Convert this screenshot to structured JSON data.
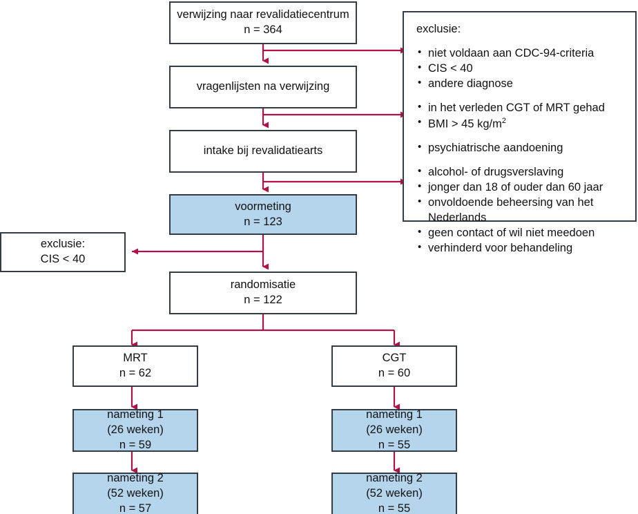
{
  "diagram": {
    "title": "CONSORT-achtig stroomdiagram verwijzing revalidatiecentrum",
    "accent_arrow_color": "#b2104a",
    "box_border_color": "#333c44",
    "highlight_fill_color": "#b5d5ec",
    "background_color": "#ffffff"
  },
  "nodes": {
    "referral": {
      "label": "verwijzing naar revalidatiecentrum",
      "count": "n = 364"
    },
    "questionnaires": {
      "label": "vragenlijsten na verwijzing",
      "count": ""
    },
    "intake": {
      "label": "intake bij revalidatiearts",
      "count": ""
    },
    "baseline": {
      "label": "voormeting",
      "count": "n = 123"
    },
    "exclusion_cis": {
      "label": "exclusie:",
      "count": "CIS < 40"
    },
    "randomisation": {
      "label": "randomisatie",
      "count": "n = 122"
    },
    "mrt": {
      "label": "MRT",
      "count": "n = 62"
    },
    "cgt": {
      "label": "CGT",
      "count": "n = 60"
    },
    "mrt_follow1": {
      "label": "nameting 1",
      "period": "(26 weken)",
      "count": "n = 59"
    },
    "cgt_follow1": {
      "label": "nameting 1",
      "period": "(26 weken)",
      "count": "n = 55"
    },
    "mrt_follow2": {
      "label": "nameting 2",
      "period": "(52 weken)",
      "count": "n = 57"
    },
    "cgt_follow2": {
      "label": "nameting 2",
      "period": "(52 weken)",
      "count": "n = 55"
    }
  },
  "exclusion_panel": {
    "heading": "exclusie:",
    "bullet_glyph": "•",
    "items": [
      {
        "text": "niet voldaan aan CDC-94-criteria",
        "gap_before": true
      },
      {
        "text": "CIS < 40",
        "gap_before": false
      },
      {
        "text": "andere diagnose",
        "gap_before": false
      },
      {
        "text": "in het verleden CGT of MRT gehad",
        "gap_before": true
      },
      {
        "text": "BMI > 45 kg/m",
        "superscript": "2",
        "gap_before": false
      },
      {
        "text": "psychiatrische aandoening",
        "gap_before": true
      },
      {
        "text": "alcohol- of drugsverslaving",
        "gap_before": true
      },
      {
        "text": "jonger dan 18 of ouder dan 60 jaar",
        "gap_before": false
      },
      {
        "text": "onvoldoende beheersing van het",
        "continuation": "Nederlands",
        "gap_before": false
      },
      {
        "text": "geen contact of wil niet meedoen",
        "gap_before": false
      },
      {
        "text": "verhinderd voor behandeling",
        "gap_before": false
      }
    ]
  }
}
